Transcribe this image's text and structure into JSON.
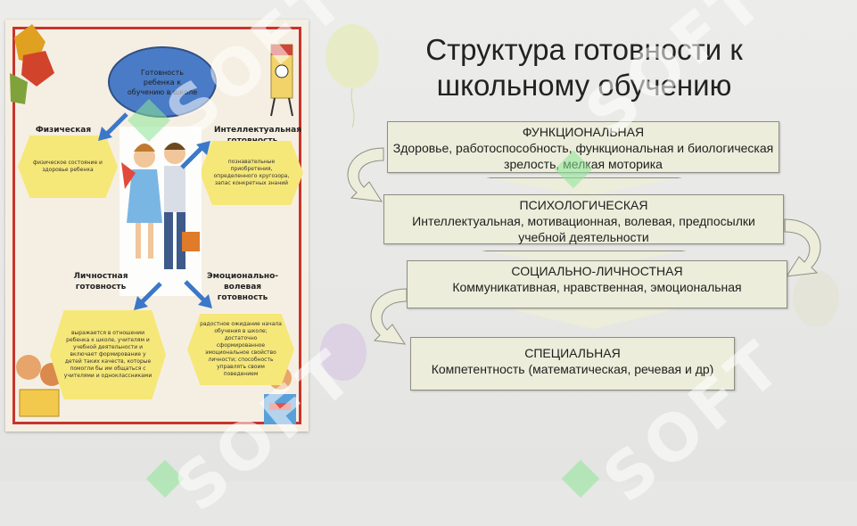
{
  "title": "Структура готовности к школьному обучению",
  "poster": {
    "center": "Готовность ребенка к обучению в школе",
    "physical": {
      "title": "Физическая готовность",
      "text": "физическое состояние и здоровье ребенка"
    },
    "intellectual": {
      "title": "Интеллектуальная готовность",
      "text": "познавательные приобретения, определенного кругозора, запас конкретных знаний"
    },
    "personal": {
      "title": "Личностная готовность",
      "text": "выражается в отношении ребенка к школе, учителям и учебной деятельности и включает формирование у детей таких качеств, которые помогли бы им общаться с учителями и одноклассниками"
    },
    "emotional": {
      "title": "Эмоционально-волевая готовность",
      "text": "радостное ожидание начала обучения в школе; достаточно сформированное эмоциональное свойство личности; способность управлять своим поведением"
    }
  },
  "levels": [
    {
      "head": "ФУНКЦИОНАЛЬНАЯ",
      "body": "Здоровье, работоспособность, функциональная и биологическая зрелость, мелкая моторика"
    },
    {
      "head": "ПСИХОЛОГИЧЕСКАЯ",
      "body": "Интеллектуальная, мотивационная, волевая, предпосылки учебной деятельности"
    },
    {
      "head": "СОЦИАЛЬНО-ЛИЧНОСТНАЯ",
      "body": "Коммуникативная, нравственная, эмоциональная"
    },
    {
      "head": "СПЕЦИАЛЬНАЯ",
      "body": "Компетентность (математическая, речевая и др)"
    }
  ],
  "watermark": "SOFT",
  "colors": {
    "box": "#ecedda",
    "frame": "#c8342e",
    "oval": "#4a7bc6",
    "hex": "#f6e779"
  }
}
